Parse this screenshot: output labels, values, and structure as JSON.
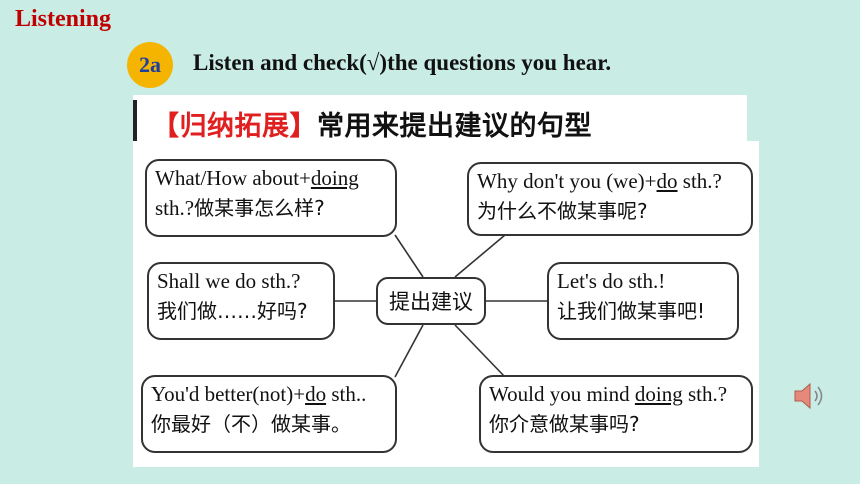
{
  "section_title": "Listening",
  "activity": {
    "badge": "2a",
    "instruction": "Listen and check(√)the questions you hear."
  },
  "heading": {
    "bracket_text": "【归纳拓展】",
    "title": "常用来提出建议的句型"
  },
  "diagram": {
    "center": "提出建议",
    "nodes": {
      "top_left": {
        "pre": "What/How about+",
        "kw": "doing",
        "line2": "sth.?",
        "zh": "做某事怎么样?"
      },
      "mid_left": {
        "line1": "Shall we do sth.?",
        "zh": "我们做……好吗?"
      },
      "bot_left": {
        "pre": "You'd better(not)+",
        "kw": "do",
        "post": " sth..",
        "zh": "你最好（不）做某事。"
      },
      "top_right": {
        "pre": "Why don't you (we)+",
        "kw": "do",
        "post": " sth.?",
        "zh": "为什么不做某事呢?"
      },
      "mid_right": {
        "line1": "Let's do sth.!",
        "zh": "让我们做某事吧!"
      },
      "bot_right": {
        "pre": "Would you mind ",
        "kw": "doing",
        "post": " sth.?",
        "zh": "你介意做某事吗?"
      }
    }
  },
  "icons": {
    "audio": "speaker-icon"
  },
  "colors": {
    "background": "#c9ece4",
    "title_red": "#c00000",
    "badge": "#f5b400",
    "badge_text": "#1f3fa0"
  }
}
